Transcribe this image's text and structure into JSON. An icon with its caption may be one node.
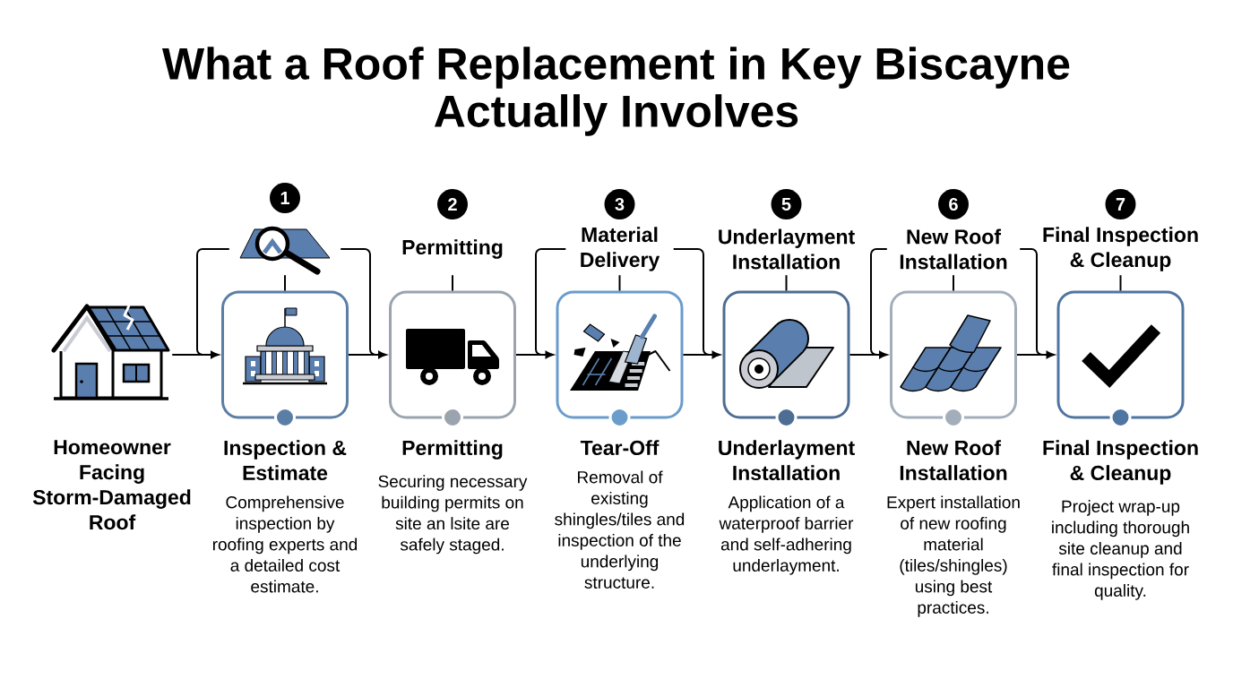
{
  "diagram": {
    "title": "What a Roof Replacement in Key Biscayne Actually Involves",
    "nodes": [
      {
        "text": [],
        "shape": "picture",
        "beside": [
          "Homeowner Facing Storm-Damaged Roof"
        ]
      },
      {
        "text": [
          "1"
        ]
      },
      {
        "text": [],
        "shape": "picture"
      },
      {
        "text": [
          "Inspection & Estimate",
          "Comprehensive inspection by roofing experts and a detailed cost estimate."
        ]
      },
      {
        "text": [
          "2"
        ]
      },
      {
        "text": [
          "Permitting"
        ]
      },
      {
        "text": [
          "Permitting",
          "Securing necessary building permits on site an lsite are safely staged."
        ]
      },
      {
        "text": [
          "3"
        ]
      },
      {
        "text": [
          "Material Delivery"
        ]
      },
      {
        "text": [
          "Tear-Off",
          "Removal of existing shingles/tiles and inspection of the underlying structure."
        ]
      },
      {
        "text": [
          "5"
        ]
      },
      {
        "text": [
          "Underlayment Installation"
        ]
      },
      {
        "text": [
          "Underlayment Installation",
          "Application of a waterproof barrier and self-adhering underlayment."
        ]
      },
      {
        "text": [
          "6"
        ]
      },
      {
        "text": [
          "New Roof Installation"
        ]
      },
      {
        "text": [
          "New Roof Installation",
          "Expert installation of new roofing material (tiles/shingles) using best practices."
        ]
      },
      {
        "text": [
          "7"
        ]
      },
      {
        "text": [
          "Final Inspection & Cleanup"
        ]
      },
      {
        "text": [
          "Final Inspection & Cleanup",
          "Project wrap-up including thorough site cleanup and final inspection for quality."
        ]
      }
    ],
    "edges": [
      {
        "from": 0,
        "to": 3,
        "arrow": "to"
      },
      {
        "from": 3,
        "to": 6,
        "arrow": "to"
      },
      {
        "from": 6,
        "to": 9,
        "arrow": "to"
      },
      {
        "from": 9,
        "to": 12,
        "arrow": "to"
      },
      {
        "from": 12,
        "to": 15,
        "arrow": "to"
      },
      {
        "from": 15,
        "to": 18,
        "arrow": "to"
      },
      {
        "from": 2,
        "to": 3,
        "arrow": "none"
      },
      {
        "from": 5,
        "to": 6,
        "arrow": "none"
      },
      {
        "from": 8,
        "to": 9,
        "arrow": "none"
      },
      {
        "from": 11,
        "to": 12,
        "arrow": "none"
      },
      {
        "from": 14,
        "to": 15,
        "arrow": "none"
      },
      {
        "from": 17,
        "to": 18,
        "arrow": "none"
      },
      {
        "from": 2,
        "to": 3,
        "arrow": "to"
      },
      {
        "from": 2,
        "to": 6,
        "arrow": "to"
      },
      {
        "from": 8,
        "to": 9,
        "arrow": "to"
      },
      {
        "from": 8,
        "to": 12,
        "arrow": "to"
      },
      {
        "from": 14,
        "to": 15,
        "arrow": "to"
      },
      {
        "from": 14,
        "to": 18,
        "arrow": "to"
      }
    ]
  }
}
